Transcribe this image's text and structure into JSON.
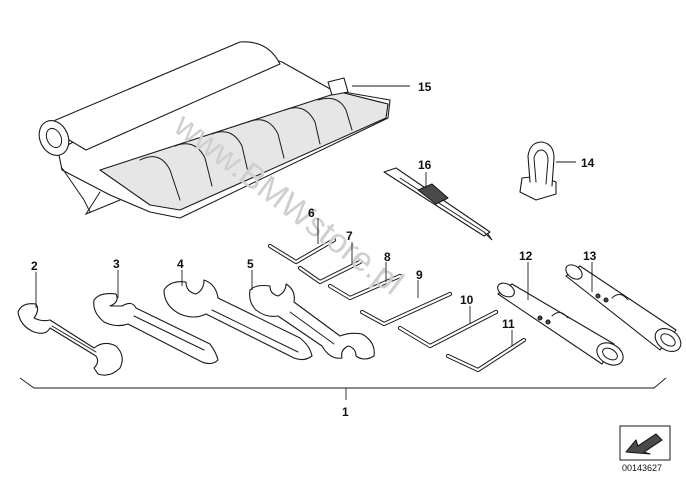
{
  "watermark": "www.BMWstore.pl",
  "reference_number": "00143627",
  "parts": {
    "p1": "1",
    "p2": "2",
    "p3": "3",
    "p4": "4",
    "p5": "5",
    "p6": "6",
    "p7": "7",
    "p8": "8",
    "p9": "9",
    "p10": "10",
    "p11": "11",
    "p12": "12",
    "p13": "13",
    "p14": "14",
    "p15": "15",
    "p16": "16"
  }
}
